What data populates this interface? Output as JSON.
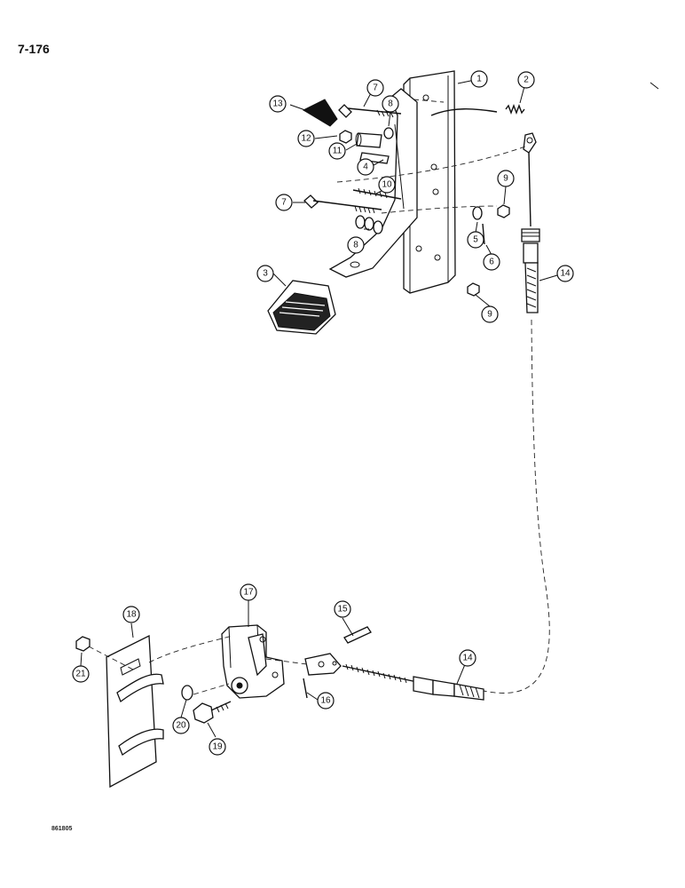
{
  "page_number": "7-176",
  "figure_code": "861805",
  "callouts": {
    "c1": "1",
    "c2": "2",
    "c3": "3",
    "c4": "4",
    "c5": "5",
    "c6": "6",
    "c7a": "7",
    "c7b": "7",
    "c8a": "8",
    "c8b": "8",
    "c9a": "9",
    "c9b": "9",
    "c10": "10",
    "c11": "11",
    "c12": "12",
    "c13": "13",
    "c14a": "14",
    "c14b": "14",
    "c15": "15",
    "c16": "16",
    "c17": "17",
    "c18": "18",
    "c19": "19",
    "c20": "20",
    "c21": "21"
  }
}
